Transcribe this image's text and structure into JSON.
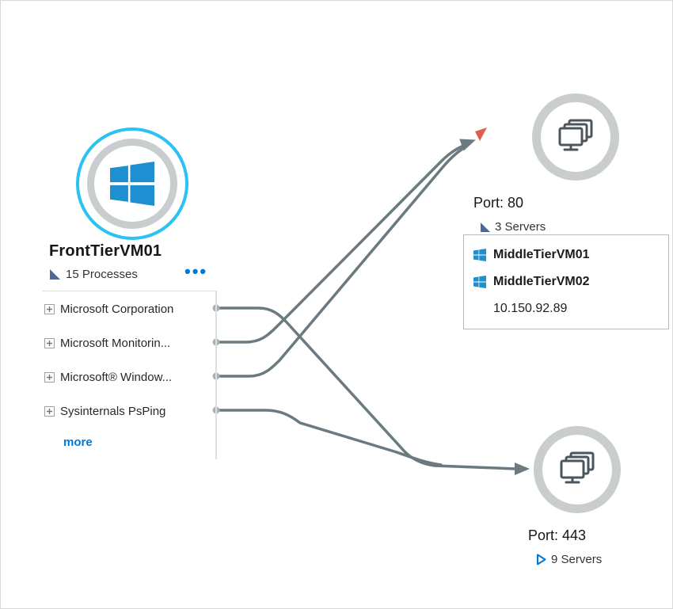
{
  "front_node": {
    "title": "FrontTierVM01",
    "process_count_label": "15 Processes",
    "ellipsis_label": "•••",
    "processes": [
      "Microsoft Corporation",
      "Microsoft Monitorin...",
      "Microsoft® Window...",
      "Sysinternals PsPing"
    ],
    "more_label": "more"
  },
  "port80_node": {
    "title": "Port: 80",
    "server_count_label": "3 Servers",
    "servers": [
      "MiddleTierVM01",
      "MiddleTierVM02"
    ],
    "ip_address": "10.150.92.89"
  },
  "port443_node": {
    "title": "Port: 443",
    "server_count_label": "9 Servers"
  },
  "icons": {
    "front_node_icon": "windows-logo",
    "port_node_icon": "server-group",
    "process_expand_icon": "plus-box",
    "count_marker_icon": "solid-corner-triangle",
    "servers9_marker_icon": "outline-play-triangle",
    "failed_connection_icon": "red-arrow-accent"
  },
  "colors": {
    "windows_blue": "#1e8fd0",
    "node_ring_cyan": "#29c2f1",
    "node_ring_gray": "#c9cdce",
    "edge_gray": "#6b7a81",
    "link_blue": "#0078d4",
    "alert_red": "#dd5f4f",
    "text_dark": "#161616"
  }
}
